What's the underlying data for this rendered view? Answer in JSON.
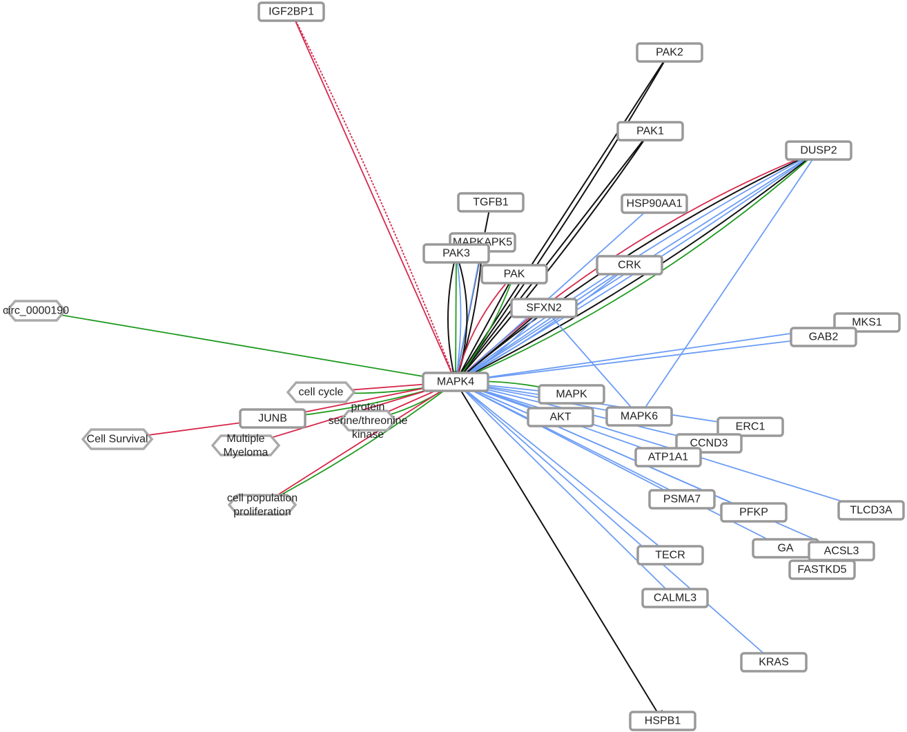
{
  "colors": {
    "red": "#d6264a",
    "green": "#1e9a1e",
    "blue": "#6b9cf5",
    "black": "#111111",
    "node_border": "#999999"
  },
  "nodes": [
    {
      "id": "IGF2BP1",
      "label": "IGF2BP1",
      "shape": "box"
    },
    {
      "id": "PAK2",
      "label": "PAK2",
      "shape": "box"
    },
    {
      "id": "PAK1",
      "label": "PAK1",
      "shape": "box"
    },
    {
      "id": "DUSP2",
      "label": "DUSP2",
      "shape": "box"
    },
    {
      "id": "TGFB1",
      "label": "TGFB1",
      "shape": "box"
    },
    {
      "id": "HSP90AA1",
      "label": "HSP90AA1",
      "shape": "box"
    },
    {
      "id": "MAPKAPK5",
      "label": "MAPKAPK5",
      "shape": "box"
    },
    {
      "id": "PAK3",
      "label": "PAK3",
      "shape": "box"
    },
    {
      "id": "PAK",
      "label": "PAK",
      "shape": "box"
    },
    {
      "id": "CRK",
      "label": "CRK",
      "shape": "box"
    },
    {
      "id": "SFXN2",
      "label": "SFXN2",
      "shape": "box"
    },
    {
      "id": "circ",
      "label": "circ_0000190",
      "shape": "hex"
    },
    {
      "id": "MKS1",
      "label": "MKS1",
      "shape": "box"
    },
    {
      "id": "GAB2",
      "label": "GAB2",
      "shape": "box"
    },
    {
      "id": "MAPK4",
      "label": "MAPK4",
      "shape": "box"
    },
    {
      "id": "cellcycle",
      "label": "cell cycle",
      "shape": "hex"
    },
    {
      "id": "MAPK",
      "label": "MAPK",
      "shape": "box"
    },
    {
      "id": "AKT",
      "label": "AKT",
      "shape": "box"
    },
    {
      "id": "MAPK6",
      "label": "MAPK6",
      "shape": "box"
    },
    {
      "id": "JUNB",
      "label": "JUNB",
      "shape": "box"
    },
    {
      "id": "psk",
      "label": "protein serine/threonine kinase",
      "lines": [
        "protein",
        "serine/threonine",
        "kinase"
      ],
      "shape": "hex"
    },
    {
      "id": "survival",
      "label": "Cell Survival",
      "shape": "hex"
    },
    {
      "id": "myeloma",
      "label": "Multiple Myeloma",
      "lines": [
        "Multiple",
        "Myeloma"
      ],
      "shape": "hex"
    },
    {
      "id": "ERC1",
      "label": "ERC1",
      "shape": "box"
    },
    {
      "id": "CCND3",
      "label": "CCND3",
      "shape": "box"
    },
    {
      "id": "ATP1A1",
      "label": "ATP1A1",
      "shape": "box"
    },
    {
      "id": "TLCD3A",
      "label": "TLCD3A",
      "shape": "box"
    },
    {
      "id": "PSMA7",
      "label": "PSMA7",
      "shape": "box"
    },
    {
      "id": "PFKP",
      "label": "PFKP",
      "shape": "box"
    },
    {
      "id": "GA",
      "label": "GA",
      "shape": "box"
    },
    {
      "id": "ACSL3",
      "label": "ACSL3",
      "shape": "box"
    },
    {
      "id": "FASTKD5",
      "label": "FASTKD5",
      "shape": "box"
    },
    {
      "id": "TECR",
      "label": "TECR",
      "shape": "box"
    },
    {
      "id": "CALML3",
      "label": "CALML3",
      "shape": "box"
    },
    {
      "id": "prolif",
      "label": "cell population proliferation",
      "lines": [
        "cell population",
        "proliferation"
      ],
      "shape": "hex"
    },
    {
      "id": "KRAS",
      "label": "KRAS",
      "shape": "box"
    },
    {
      "id": "HSPB1",
      "label": "HSPB1",
      "shape": "box"
    }
  ],
  "edges": [
    [
      "IGF2BP1",
      "MAPK4",
      "red",
      "solid"
    ],
    [
      "IGF2BP1",
      "MAPK4",
      "red",
      "dashed"
    ],
    [
      "PAK2",
      "MAPK4",
      "black",
      "solid"
    ],
    [
      "PAK2",
      "MAPK4",
      "black",
      "solid"
    ],
    [
      "PAK1",
      "MAPK4",
      "black",
      "solid"
    ],
    [
      "PAK1",
      "MAPK4",
      "black",
      "solid"
    ],
    [
      "DUSP2",
      "MAPK4",
      "blue",
      "solid"
    ],
    [
      "DUSP2",
      "MAPK4",
      "blue",
      "solid"
    ],
    [
      "DUSP2",
      "MAPK4",
      "blue",
      "solid"
    ],
    [
      "DUSP2",
      "MAPK4",
      "black",
      "solid"
    ],
    [
      "DUSP2",
      "MAPK4",
      "black",
      "solid"
    ],
    [
      "DUSP2",
      "MAPK4",
      "green",
      "solid"
    ],
    [
      "DUSP2",
      "MAPK4",
      "red",
      "solid"
    ],
    [
      "DUSP2",
      "MAPK6",
      "blue",
      "solid"
    ],
    [
      "TGFB1",
      "MAPK4",
      "black",
      "solid"
    ],
    [
      "MAPKAPK5",
      "MAPK4",
      "blue",
      "solid"
    ],
    [
      "MAPKAPK5",
      "MAPK4",
      "black",
      "solid"
    ],
    [
      "PAK3",
      "MAPK4",
      "green",
      "solid"
    ],
    [
      "PAK3",
      "MAPK4",
      "blue",
      "solid"
    ],
    [
      "PAK3",
      "MAPK4",
      "black",
      "solid"
    ],
    [
      "PAK3",
      "MAPK4",
      "black",
      "solid"
    ],
    [
      "PAK",
      "MAPK4",
      "black",
      "solid"
    ],
    [
      "PAK",
      "MAPK4",
      "green",
      "solid"
    ],
    [
      "PAK",
      "MAPK4",
      "red",
      "solid"
    ],
    [
      "HSP90AA1",
      "MAPK4",
      "blue",
      "solid"
    ],
    [
      "CRK",
      "MAPK4",
      "blue",
      "solid"
    ],
    [
      "CRK",
      "MAPK4",
      "blue",
      "solid"
    ],
    [
      "SFXN2",
      "MAPK4",
      "black",
      "solid"
    ],
    [
      "SFXN2",
      "MAPK4",
      "blue",
      "solid"
    ],
    [
      "SFXN2",
      "MAPK6",
      "blue",
      "solid"
    ],
    [
      "circ",
      "MAPK4",
      "green",
      "solid"
    ],
    [
      "MAPK4",
      "MKS1",
      "blue",
      "solid"
    ],
    [
      "MAPK4",
      "GAB2",
      "blue",
      "solid"
    ],
    [
      "MAPK4",
      "cellcycle",
      "red",
      "solid"
    ],
    [
      "MAPK4",
      "cellcycle",
      "green",
      "solid"
    ],
    [
      "MAPK4",
      "JUNB",
      "red",
      "solid"
    ],
    [
      "MAPK4",
      "JUNB",
      "green",
      "solid"
    ],
    [
      "JUNB",
      "survival",
      "red",
      "solid"
    ],
    [
      "MAPK4",
      "myeloma",
      "red",
      "solid"
    ],
    [
      "MAPK4",
      "psk",
      "red",
      "solid"
    ],
    [
      "MAPK4",
      "psk",
      "green",
      "solid"
    ],
    [
      "MAPK4",
      "prolif",
      "red",
      "solid"
    ],
    [
      "MAPK4",
      "prolif",
      "green",
      "solid"
    ],
    [
      "MAPK4",
      "MAPK",
      "blue",
      "solid"
    ],
    [
      "MAPK4",
      "MAPK",
      "green",
      "solid"
    ],
    [
      "MAPK4",
      "AKT",
      "blue",
      "solid"
    ],
    [
      "MAPK4",
      "MAPK6",
      "blue",
      "solid"
    ],
    [
      "MAPK4",
      "ERC1",
      "blue",
      "solid"
    ],
    [
      "MAPK4",
      "CCND3",
      "blue",
      "solid"
    ],
    [
      "MAPK4",
      "ATP1A1",
      "blue",
      "solid"
    ],
    [
      "MAPK4",
      "TLCD3A",
      "blue",
      "solid"
    ],
    [
      "MAPK4",
      "PSMA7",
      "blue",
      "solid"
    ],
    [
      "MAPK4",
      "PFKP",
      "blue",
      "solid"
    ],
    [
      "MAPK4",
      "GA",
      "blue",
      "solid"
    ],
    [
      "MAPK4",
      "ACSL3",
      "blue",
      "solid"
    ],
    [
      "MAPK4",
      "TECR",
      "blue",
      "solid"
    ],
    [
      "MAPK4",
      "CALML3",
      "blue",
      "solid"
    ],
    [
      "MAPK4",
      "KRAS",
      "blue",
      "solid"
    ],
    [
      "MAPK4",
      "HSPB1",
      "black",
      "solid"
    ]
  ]
}
